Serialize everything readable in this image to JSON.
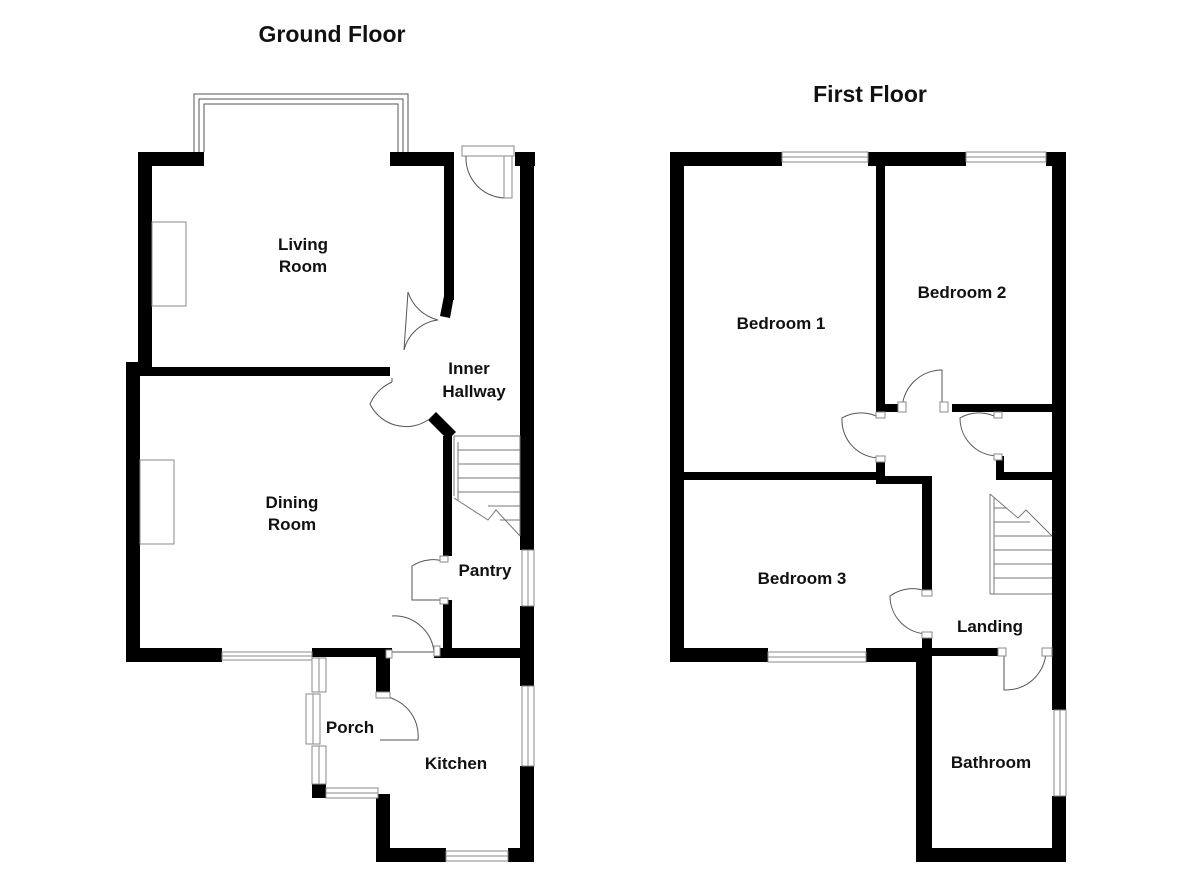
{
  "floors": {
    "ground": {
      "title": "Ground Floor",
      "rooms": {
        "living_line1": "Living",
        "living_line2": "Room",
        "hall_line1": "Inner",
        "hall_line2": "Hallway",
        "dining_line1": "Dining",
        "dining_line2": "Room",
        "pantry": "Pantry",
        "porch": "Porch",
        "kitchen": "Kitchen"
      }
    },
    "first": {
      "title": "First Floor",
      "rooms": {
        "bedroom1": "Bedroom 1",
        "bedroom2": "Bedroom 2",
        "bedroom3": "Bedroom 3",
        "landing": "Landing",
        "bathroom": "Bathroom"
      }
    }
  }
}
